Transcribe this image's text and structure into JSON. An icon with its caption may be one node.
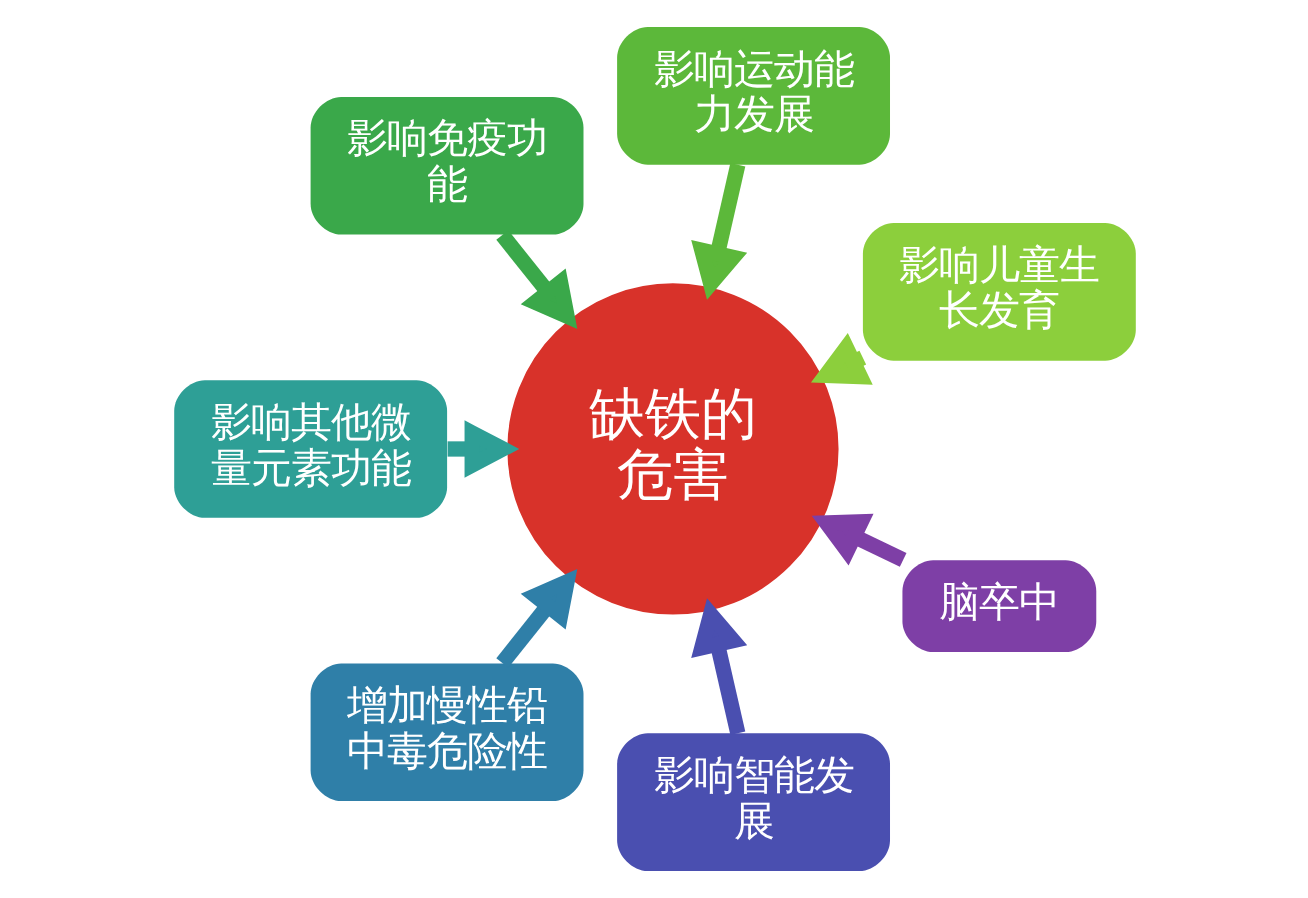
{
  "diagram": {
    "nodes": [
      {
        "text": [
          "缺铁的危害"
        ]
      },
      {
        "text": [
          "影响儿童生长发育"
        ]
      },
      {
        "text": [
          "影响运动能力发展"
        ]
      },
      {
        "text": [
          "影响免疫功能"
        ]
      },
      {
        "text": [
          "影响其他微量元素功能"
        ]
      },
      {
        "text": [
          "增加慢性铅中毒危险性"
        ]
      },
      {
        "text": [
          "影响智能发展"
        ]
      },
      {
        "text": [
          "脑卒中"
        ]
      }
    ],
    "edges": [
      {
        "from": 1,
        "to": 0,
        "arrow": "to",
        "color": "#8ccf3c"
      },
      {
        "from": 2,
        "to": 0,
        "arrow": "to",
        "color": "#5cb83a"
      },
      {
        "from": 3,
        "to": 0,
        "arrow": "to",
        "color": "#3aa84a"
      },
      {
        "from": 4,
        "to": 0,
        "arrow": "to",
        "color": "#2e9f96"
      },
      {
        "from": 5,
        "to": 0,
        "arrow": "to",
        "color": "#2f7fa8"
      },
      {
        "from": 6,
        "to": 0,
        "arrow": "to",
        "color": "#4a4fb0"
      },
      {
        "from": 7,
        "to": 0,
        "arrow": "to",
        "color": "#7e3fa6"
      }
    ]
  }
}
